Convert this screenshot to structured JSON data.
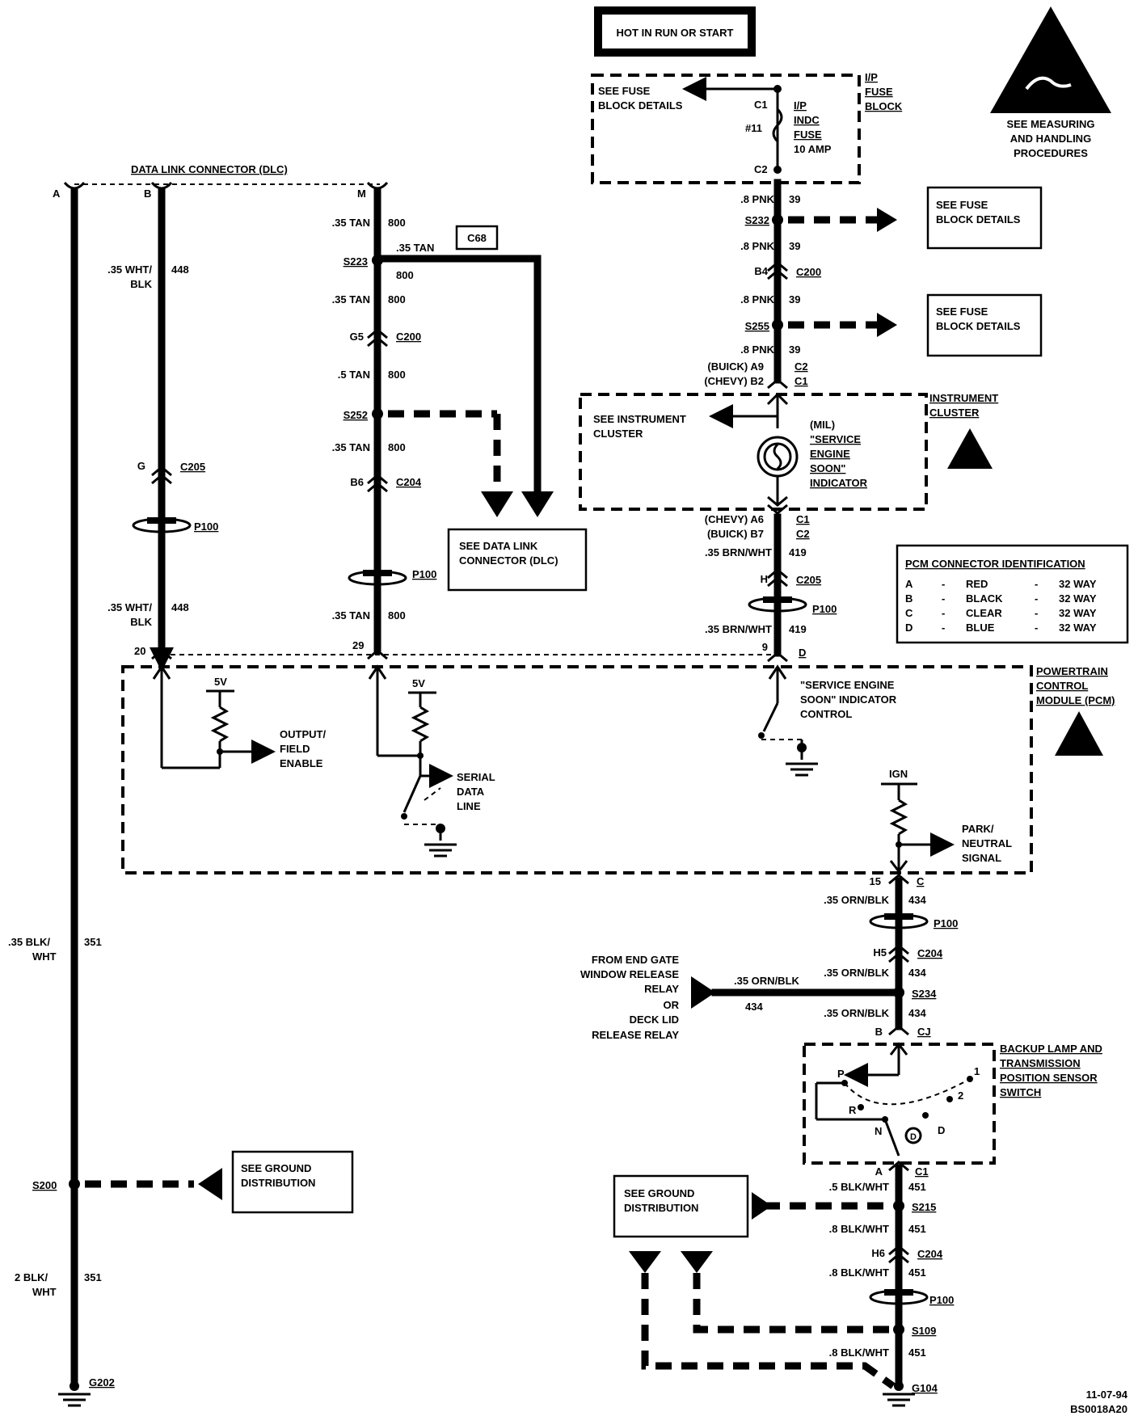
{
  "hot": "HOT IN RUN OR START",
  "fuse_block": {
    "title": [
      "I/P",
      "FUSE",
      "BLOCK"
    ],
    "see": [
      "SEE FUSE",
      "BLOCK DETAILS"
    ],
    "c1": "C1",
    "c2": "C2",
    "num": "#11",
    "fuse": [
      "I/P",
      "INDC",
      "FUSE",
      "10 AMP"
    ]
  },
  "esd_top": [
    "SEE MEASURING",
    "AND HANDLING",
    "PROCEDURES"
  ],
  "dlc": {
    "title": "DATA LINK CONNECTOR (DLC)",
    "pin_a": "A",
    "pin_b": "B",
    "pin_m": "M",
    "see": [
      "SEE DATA LINK",
      "CONNECTOR (DLC)"
    ]
  },
  "wire_b": {
    "w1": [
      ".35 WHT/",
      "BLK"
    ],
    "c1": "448",
    "conn": "G",
    "c205": "C205",
    "p100": "P100",
    "w2": [
      ".35 WHT/",
      "BLK"
    ],
    "c2": "448",
    "pin": "20"
  },
  "wire_m": {
    "w1": ".35 TAN",
    "c1": "800",
    "s223": "S223",
    "branch_w": ".35 TAN",
    "branch_c": "800",
    "c68": "C68",
    "w2": ".35 TAN",
    "c2": "800",
    "g5": "G5",
    "c200": "C200",
    "w3": ".5 TAN",
    "c3": "800",
    "s252": "S252",
    "w4": ".35 TAN",
    "c4": "800",
    "b6": "B6",
    "c204": "C204",
    "p100": "P100",
    "w5": ".35 TAN",
    "c5": "800",
    "pin": "29"
  },
  "wire_a": {
    "w": [
      ".35 BLK/",
      "WHT"
    ],
    "c": "351",
    "s200": "S200",
    "see_ground": [
      "SEE GROUND",
      "DISTRIBUTION"
    ],
    "w2": [
      "2 BLK/",
      "WHT"
    ],
    "c2": "351",
    "g202": "G202"
  },
  "right": {
    "w1": ".8 PNK",
    "c1": "39",
    "s232": "S232",
    "w2": ".8 PNK",
    "c2": "39",
    "b4": "B4",
    "c200": "C200",
    "w3": ".8 PNK",
    "c3": "39",
    "s255": "S255",
    "w4": ".8 PNK",
    "c4": "39",
    "buick_a9": "(BUICK)  A9",
    "chevy_b2": "(CHEVY)  B2",
    "c2lbl": "C2",
    "c1lbl": "C1",
    "see_fuse": [
      "SEE FUSE",
      "BLOCK DETAILS"
    ]
  },
  "cluster": {
    "title": [
      "INSTRUMENT",
      "CLUSTER"
    ],
    "see": [
      "SEE INSTRUMENT",
      "CLUSTER"
    ],
    "mil": [
      "(MIL)",
      "\"SERVICE",
      "ENGINE",
      "SOON\"",
      "INDICATOR"
    ],
    "chevy_a6": "(CHEVY)  A6",
    "buick_b7": "(BUICK)  B7",
    "c1lbl": "C1",
    "c2lbl": "C2",
    "w5": ".35 BRN/WHT",
    "c5": "419",
    "h": "H",
    "c205": "C205",
    "p100": "P100",
    "w6": ".35 BRN/WHT",
    "c6": "419",
    "pin9": "9",
    "d": "D"
  },
  "pcm_id": {
    "title": "PCM CONNECTOR IDENTIFICATION",
    "rows": [
      [
        "A",
        "-",
        "RED",
        "-",
        "32 WAY"
      ],
      [
        "B",
        "-",
        "BLACK",
        "-",
        "32 WAY"
      ],
      [
        "C",
        "-",
        "CLEAR",
        "-",
        "32 WAY"
      ],
      [
        "D",
        "-",
        "BLUE",
        "-",
        "32 WAY"
      ]
    ]
  },
  "pcm": {
    "title": [
      "POWERTRAIN",
      "CONTROL",
      "MODULE (PCM)"
    ],
    "v1": "5V",
    "v2": "5V",
    "output": [
      "OUTPUT/",
      "FIELD",
      "ENABLE"
    ],
    "serial": [
      "SERIAL",
      "DATA",
      "LINE"
    ],
    "ses": [
      "\"SERVICE ENGINE",
      "SOON\" INDICATOR",
      "CONTROL"
    ],
    "ign": "IGN",
    "pn": [
      "PARK/",
      "NEUTRAL",
      "SIGNAL"
    ]
  },
  "lower": {
    "pin15": "15",
    "c": "C",
    "w1": ".35 ORN/BLK",
    "c1": "434",
    "p100": "P100",
    "h5": "H5",
    "c204": "C204",
    "w2": ".35 ORN/BLK",
    "c2": "434",
    "s234": "S234",
    "from": [
      "FROM  END  GATE",
      "WINDOW  RELEASE",
      "RELAY",
      "OR",
      "DECK LID",
      "RELEASE RELAY"
    ],
    "fw": ".35 ORN/BLK",
    "fc": "434",
    "w3": ".35 ORN/BLK",
    "c3": "434",
    "b": "B",
    "cj": "CJ"
  },
  "switch": {
    "title": [
      "BACKUP  LAMP  AND",
      "TRANSMISSION",
      "POSITION  SENSOR",
      "SWITCH"
    ],
    "p": "P",
    "r": "R",
    "n": "N",
    "d": "D",
    "dc": "D",
    "one": "1",
    "two": "2"
  },
  "ground": {
    "a": "A",
    "c1": "C1",
    "w1": ".5 BLK/WHT",
    "c1n": "451",
    "s215": "S215",
    "see": [
      "SEE GROUND",
      "DISTRIBUTION"
    ],
    "w2": ".8 BLK/WHT",
    "c2": "451",
    "h6": "H6",
    "c204": "C204",
    "w3": ".8 BLK/WHT",
    "c3": "451",
    "p100": "P100",
    "s109": "S109",
    "w4": ".8 BLK/WHT",
    "c4": "451",
    "g104": "G104"
  },
  "footer": [
    "11-07-94",
    "BS0018A20"
  ]
}
